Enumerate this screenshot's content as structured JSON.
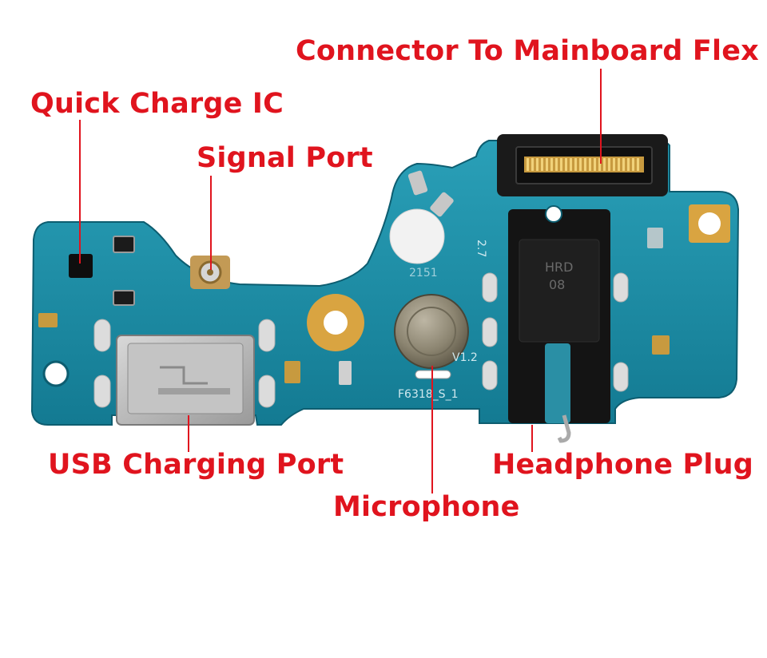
{
  "labels": {
    "connector": "Connector To Mainboard Flex",
    "quick_charge": "Quick Charge IC",
    "signal_port": "Signal Port",
    "usb_port": "USB Charging Port",
    "headphone": "Headphone Plug",
    "microphone": "Microphone"
  },
  "board_markings": {
    "version": "V1.2",
    "model": "F6318_S_1",
    "jack_code": "HRD",
    "jack_sub": "08",
    "side_mark": "2.7",
    "part_code": "2151"
  },
  "colors": {
    "label": "#e0141e",
    "pcb": "#1f8fa8",
    "gold": "#d9a441",
    "metal": "#b9b9b9",
    "dark": "#1b1b1b"
  }
}
